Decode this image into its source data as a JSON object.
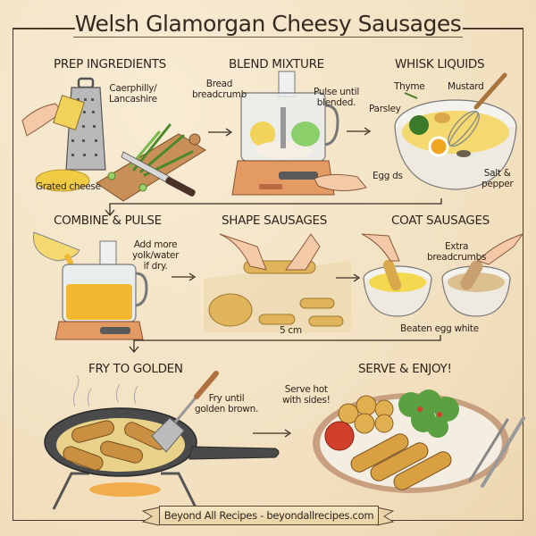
{
  "title": "Welsh Glamorgan Cheesy Sausages",
  "steps": [
    {
      "id": 1,
      "title": "PREP INGREDIENTS",
      "notes": [
        "Caerphilly/\nLancashire",
        "Grated cheese"
      ],
      "illustration": [
        "hand-holding-cheese",
        "box-grater",
        "grated-cheese-pile",
        "cutting-board",
        "chopped-leeks",
        "chef-knife"
      ]
    },
    {
      "id": 2,
      "title": "BLEND MIXTURE",
      "notes": [
        "Bread\nbreadcrumb",
        "Pulse until\nblended."
      ],
      "illustration": [
        "food-processor",
        "cheese",
        "breadcrumbs",
        "leeks",
        "hand-pressing-button"
      ]
    },
    {
      "id": 3,
      "title": "WHISK LIQUIDS",
      "notes": [
        "Thyme",
        "Mustard",
        "Parsley",
        "Egg ds",
        "Salt &\npepper"
      ],
      "illustration": [
        "mixing-bowl",
        "whisk",
        "egg-yolk",
        "parsley",
        "mustard",
        "thyme-sprig"
      ]
    },
    {
      "id": 4,
      "title": "COMBINE & PULSE",
      "notes": [
        "Add more\nyolk/water\nif dry."
      ],
      "illustration": [
        "bowl-pouring",
        "food-processor-with-liquid"
      ]
    },
    {
      "id": 5,
      "title": "SHAPE SAUSAGES",
      "notes": [
        "5 cm"
      ],
      "illustration": [
        "hands-rolling",
        "dough-ball",
        "shaped-sausages"
      ]
    },
    {
      "id": 6,
      "title": "COAT SAUSAGES",
      "notes": [
        "Extra\nbreadcrumbs",
        "Beaten egg white"
      ],
      "illustration": [
        "egg-wash-bowl",
        "breadcrumb-bowl",
        "hands-dipping"
      ]
    },
    {
      "id": 7,
      "title": "FRY TO GOLDEN",
      "notes": [
        "Fry until\ngolden brown."
      ],
      "illustration": [
        "frying-pan",
        "spatula",
        "fried-sausages",
        "gas-burner",
        "steam"
      ]
    },
    {
      "id": 8,
      "title": "SERVE & ENJOY!",
      "notes": [
        "Serve hot\nwith sides!"
      ],
      "illustration": [
        "plate",
        "roast-potatoes",
        "tomato-slice",
        "green-salad",
        "sausages",
        "fork",
        "knife"
      ]
    }
  ],
  "footer": {
    "banner": "Beyond All Recipes - beyondallrecipes.com"
  },
  "colors": {
    "background": "#f3e2c3",
    "ink": "#2d241c",
    "frame": "#4a3b2c",
    "processor": "#e39a63",
    "golden": "#d9a54a",
    "egg": "#f2c232",
    "leek": "#5a9a3a"
  }
}
